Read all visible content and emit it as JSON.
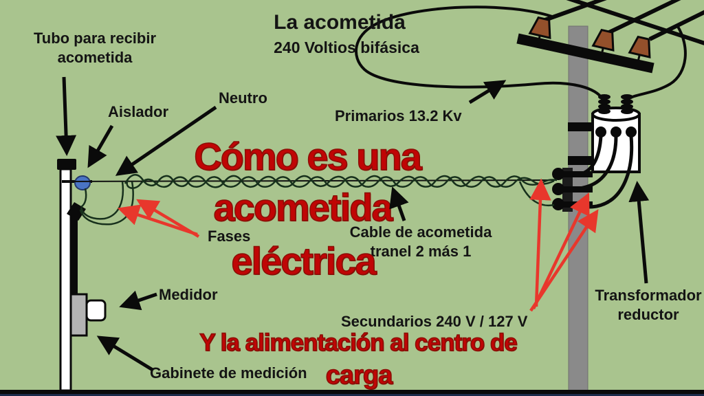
{
  "title": {
    "main": "La acometida",
    "sub": "240 Voltios bifásica"
  },
  "headline": {
    "line1": "Cómo es una",
    "line2": "acometida",
    "line3": "eléctrica"
  },
  "footline": {
    "line1": "Y la alimentación al centro de",
    "line2": "carga"
  },
  "labels": {
    "tubo": "Tubo para recibir acometida",
    "aislador": "Aislador",
    "neutro": "Neutro",
    "primarios": "Primarios 13.2 Kv",
    "fases": "Fases",
    "cable_line1": "Cable de acometida",
    "cable_line2": "tranel 2 más 1",
    "medidor": "Medidor",
    "secundarios": "Secundarios 240 V / 127 V",
    "transformador": "Transformador reductor",
    "gabinete": "Gabinete de medición"
  },
  "colors": {
    "background": "#a9c48e",
    "headline_red": "#c00505",
    "arrow_red": "#e8372c",
    "label_black": "#141414",
    "pole_gray": "#8a8a8a",
    "crossarm_black": "#0a0a0a",
    "primary_insulator_brown": "#94502b",
    "service_insulator_blue": "#4a74c4",
    "cabinet_gray": "#b3b3b3",
    "ground_bar_black": "#0a0a0a",
    "bottom_strip_navy": "#1b2a4a"
  }
}
